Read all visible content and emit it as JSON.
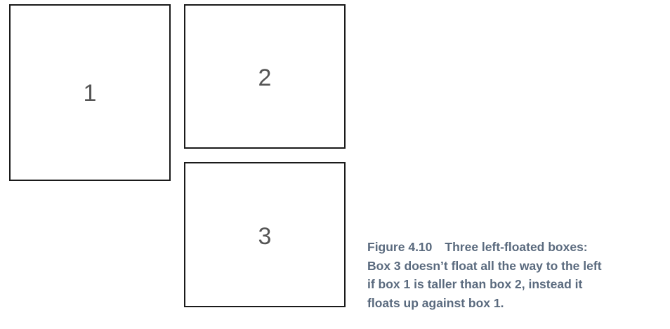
{
  "boxes": [
    {
      "label": "1"
    },
    {
      "label": "2"
    },
    {
      "label": "3"
    }
  ],
  "caption": {
    "figure_number": "Figure 4.10",
    "title": "Three left-floated boxes:",
    "lines": [
      "Box 3 doesn’t float all the way to the left",
      "if box 1 is taller than box 2, instead it",
      "floats up against box 1."
    ]
  }
}
